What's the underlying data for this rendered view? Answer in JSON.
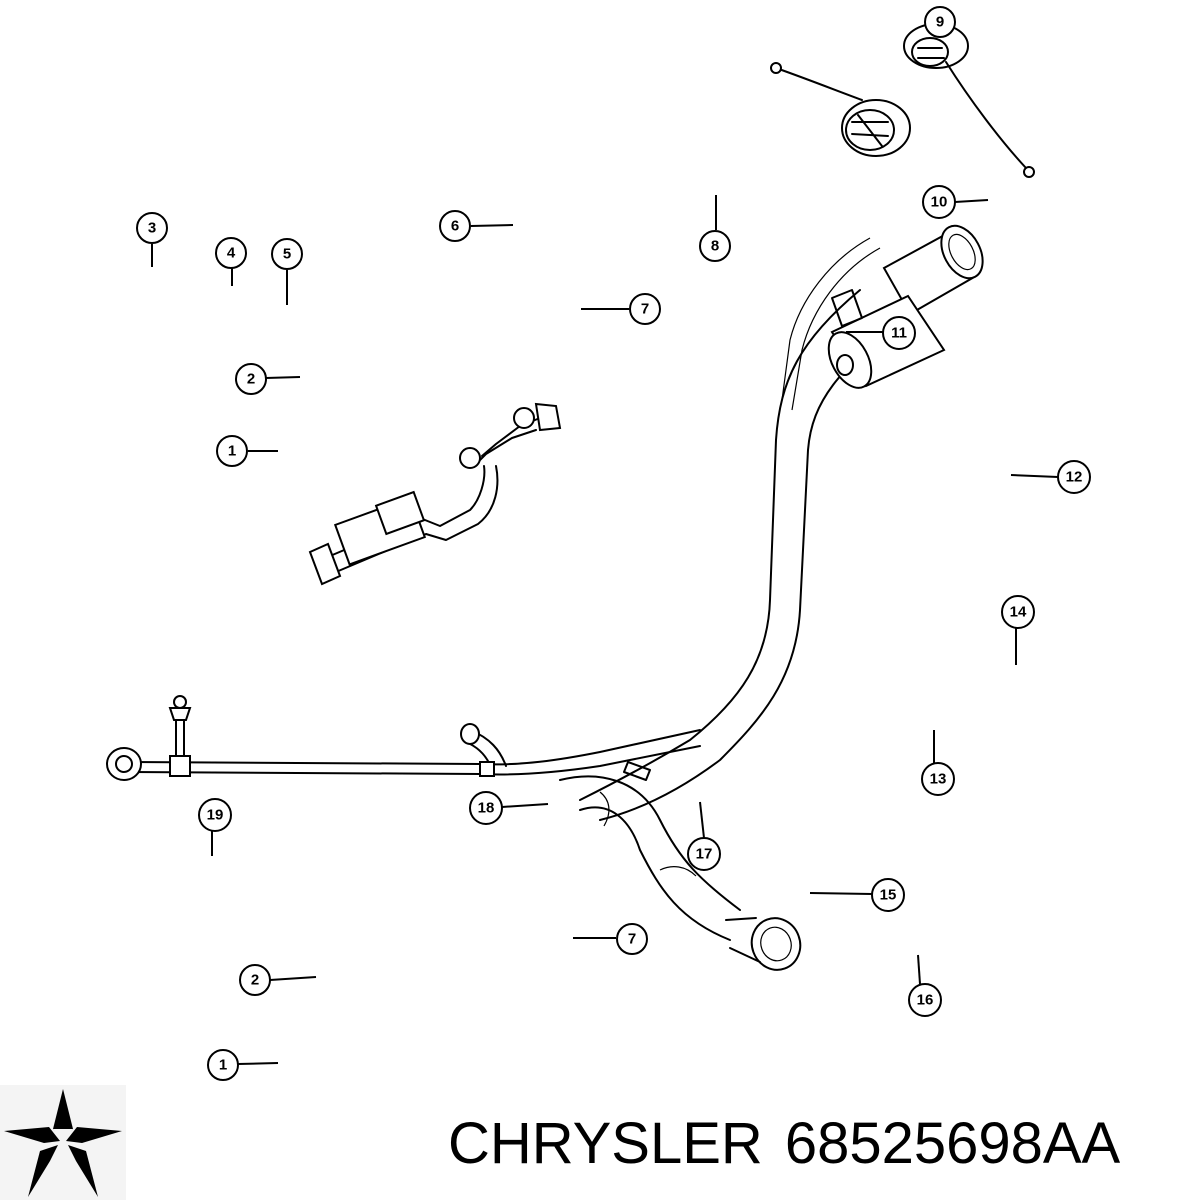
{
  "callouts": [
    {
      "label": "1"
    },
    {
      "label": "1"
    },
    {
      "label": "2"
    },
    {
      "label": "2"
    },
    {
      "label": "3"
    },
    {
      "label": "4"
    },
    {
      "label": "5"
    },
    {
      "label": "6"
    },
    {
      "label": "7"
    },
    {
      "label": "7"
    },
    {
      "label": "8"
    },
    {
      "label": "9"
    },
    {
      "label": "10"
    },
    {
      "label": "11"
    },
    {
      "label": "12"
    },
    {
      "label": "13"
    },
    {
      "label": "14"
    },
    {
      "label": "15"
    },
    {
      "label": "16"
    },
    {
      "label": "17"
    },
    {
      "label": "18"
    },
    {
      "label": "19"
    }
  ],
  "footer": {
    "brand": "CHRYSLER",
    "part_number": "68525698AA",
    "logo_icon": "chrysler-pentastar-icon"
  },
  "colors": {
    "line": "#000000",
    "background": "#ffffff"
  }
}
